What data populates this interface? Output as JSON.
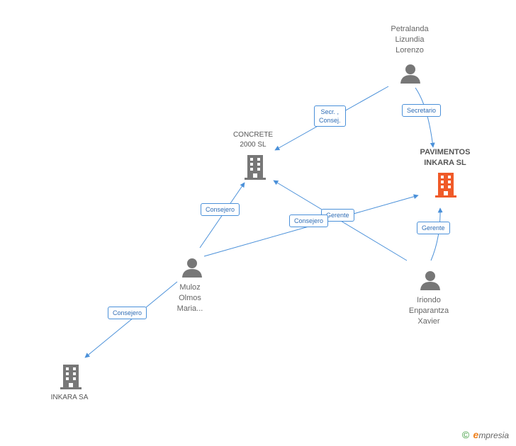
{
  "nodes": {
    "petralanda": {
      "label": "Petralanda\nLizundia\nLorenzo",
      "kind": "person"
    },
    "concrete": {
      "label": "CONCRETE\n2000 SL",
      "kind": "company"
    },
    "pavimentos": {
      "label": "PAVIMENTOS\nINKARA SL",
      "kind": "company-focus"
    },
    "muloz": {
      "label": "Muloz\nOlmos\nMaria...",
      "kind": "person"
    },
    "iriondo": {
      "label": "Iriondo\nEnparantza\nXavier",
      "kind": "person"
    },
    "inkara": {
      "label": "INKARA SA",
      "kind": "company"
    }
  },
  "edges": {
    "petralanda_concrete": "Secr. ,\nConsej.",
    "petralanda_pavimentos": "Secretario",
    "muloz_concrete": "Consejero",
    "muloz_pavimentos": "Consejero",
    "iriondo_concrete": "Gerente",
    "iriondo_pavimentos": "Gerente",
    "muloz_inkara": "Consejero"
  },
  "colors": {
    "edge": "#4a90d9",
    "person_icon": "#777777",
    "company_icon": "#777777",
    "focus_icon": "#f05a28"
  },
  "footer": {
    "copyright": "©",
    "brand_initial": "e",
    "brand_rest": "mpresia"
  }
}
